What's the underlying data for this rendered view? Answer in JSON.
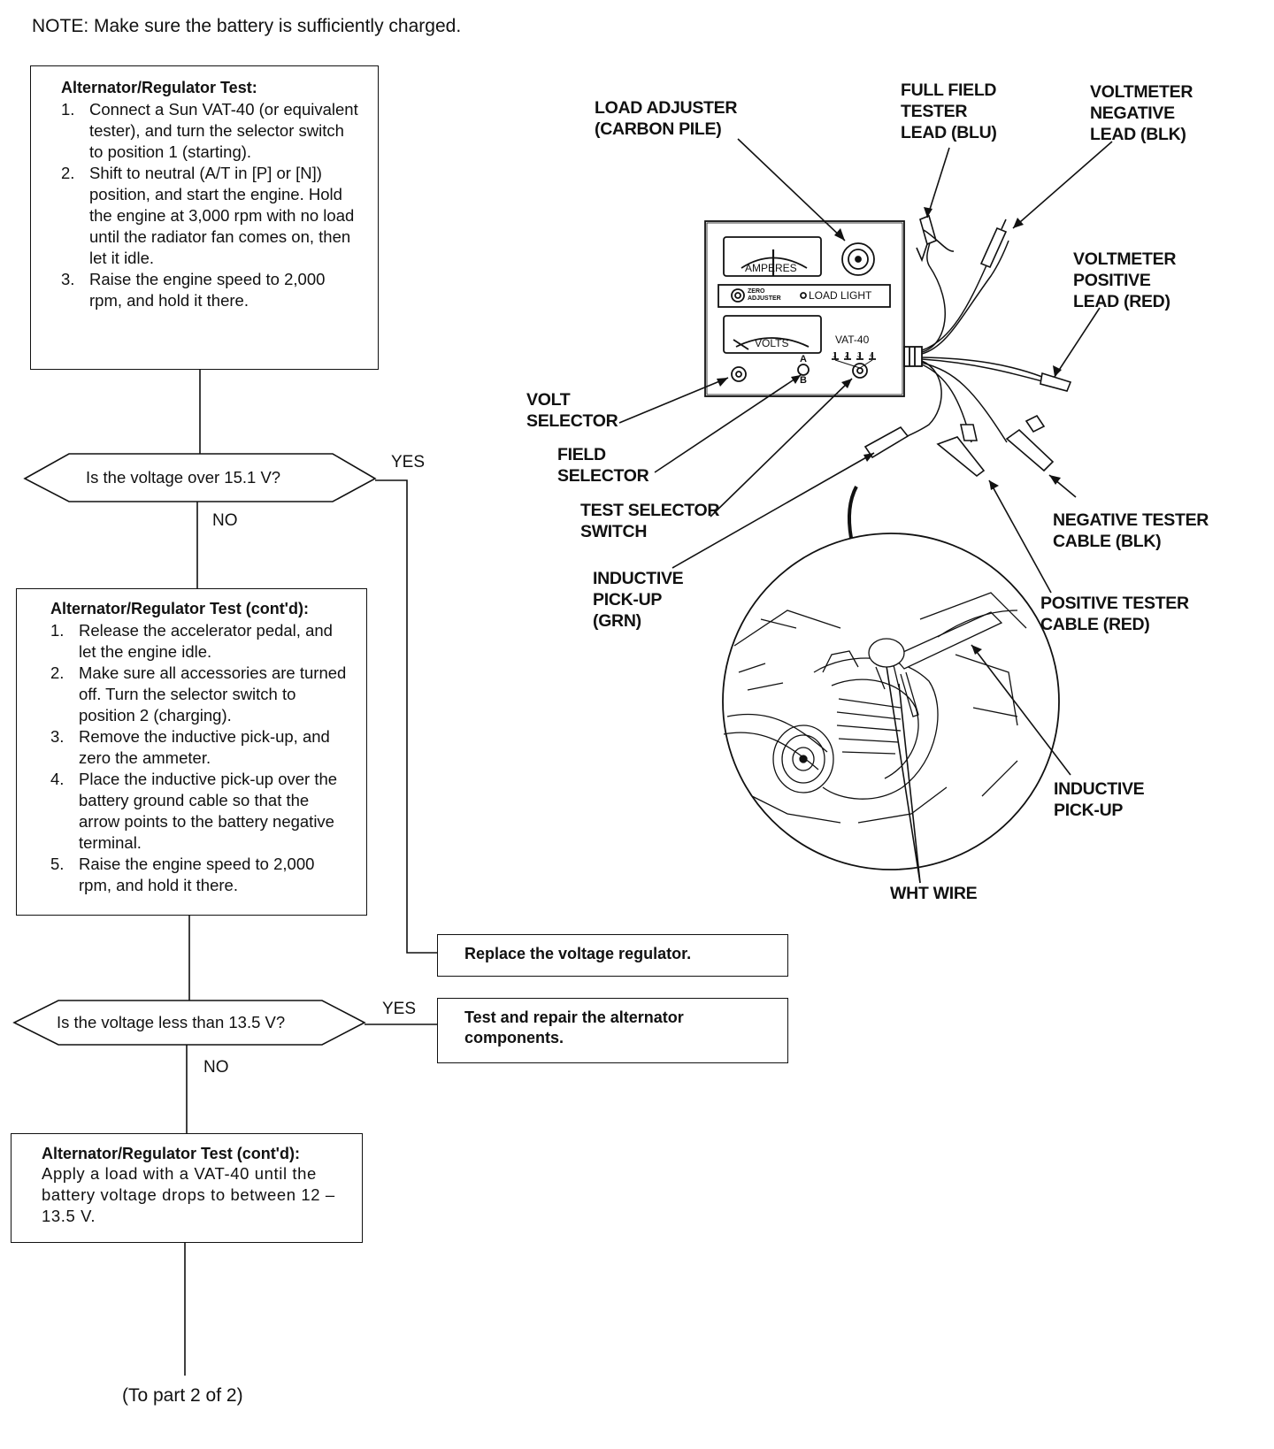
{
  "note": "NOTE:  Make sure the battery is sufficiently charged.",
  "box1": {
    "title": "Alternator/Regulator Test:",
    "steps": [
      {
        "n": "1.",
        "t": "Connect a Sun VAT-40 (or equivalent tester), and turn the selector switch to position 1 (starting)."
      },
      {
        "n": "2.",
        "t": "Shift to neutral (A/T in [P] or [N]) position, and start the engine. Hold the engine at 3,000 rpm with no load until the radiator fan comes on, then let it idle."
      },
      {
        "n": "3.",
        "t": "Raise the engine speed to 2,000 rpm, and hold it there."
      }
    ]
  },
  "decision1": {
    "q": "Is the voltage over 15.1 V?",
    "yes": "YES",
    "no": "NO"
  },
  "box2": {
    "title": "Alternator/Regulator Test (cont'd):",
    "steps": [
      {
        "n": "1.",
        "t": "Release the accelerator pedal, and let the engine idle."
      },
      {
        "n": "2.",
        "t": "Make sure all accessories are turned off. Turn the selector switch to position 2 (charging)."
      },
      {
        "n": "3.",
        "t": "Remove the inductive pick-up, and zero the ammeter."
      },
      {
        "n": "4.",
        "t": "Place the inductive pick-up over the battery ground cable so that the arrow points to the battery negative terminal."
      },
      {
        "n": "5.",
        "t": "Raise the engine speed to 2,000 rpm, and hold it there."
      }
    ]
  },
  "result1": "Replace the voltage regulator.",
  "decision2": {
    "q": "Is the voltage less than 13.5 V?",
    "yes": "YES",
    "no": "NO"
  },
  "result2": "Test and repair the alternator components.",
  "box3": {
    "title": "Alternator/Regulator Test (cont'd):",
    "text": "Apply a load with a VAT-40 until the battery voltage drops to between 12 – 13.5 V."
  },
  "continuation": "(To part 2 of 2)",
  "tester": {
    "amperes": "AMPERES",
    "volts": "VOLTS",
    "zero_adjuster": "ZERO ADJUSTER",
    "load_light": "LOAD LIGHT",
    "model": "VAT-40",
    "field_a": "A",
    "field_b": "B",
    "positions": [
      "1",
      "2",
      "3",
      "4"
    ]
  },
  "labels": {
    "load_adjuster": "LOAD ADJUSTER\n(CARBON PILE)",
    "full_field": "FULL FIELD\nTESTER\nLEAD (BLU)",
    "volt_neg": "VOLTMETER\nNEGATIVE\nLEAD (BLK)",
    "volt_pos": "VOLTMETER\nPOSITIVE\nLEAD (RED)",
    "volt_selector": "VOLT\nSELECTOR",
    "field_selector": "FIELD\nSELECTOR",
    "test_selector": "TEST SELECTOR\nSWITCH",
    "inductive_grn": "INDUCTIVE\nPICK-UP\n(GRN)",
    "neg_cable": "NEGATIVE TESTER\nCABLE (BLK)",
    "pos_cable": "POSITIVE TESTER\nCABLE (RED)",
    "inductive": "INDUCTIVE\nPICK-UP",
    "wht_wire": "WHT WIRE"
  }
}
